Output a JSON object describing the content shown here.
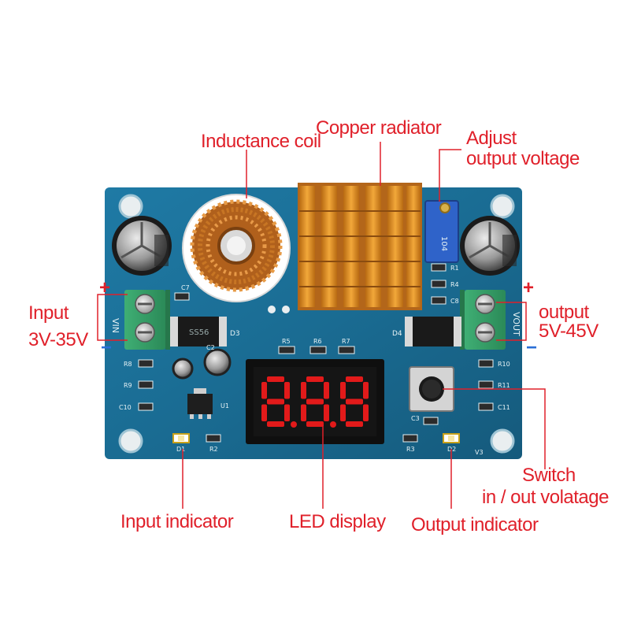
{
  "labels": {
    "inductance_coil": "Inductance coil",
    "copper_radiator": "Copper radiator",
    "adjust_output_line1": "Adjust",
    "adjust_output_line2": "output voltage",
    "input_title": "Input",
    "input_range": "3V-35V",
    "output_title": "output",
    "output_range": "5V-45V",
    "switch_line1": "Switch",
    "switch_line2": "in / out volatage",
    "input_indicator": "Input indicator",
    "led_display": "LED display",
    "output_indicator": "Output indicator",
    "plus": "+",
    "minus": "−"
  },
  "silkscreen": {
    "vin": "VIN",
    "vout": "VOUT",
    "c7": "C7",
    "c2": "C2",
    "c3": "C3",
    "c8": "C8",
    "c10": "C10",
    "c11": "C11",
    "r1": "R1",
    "r2": "R2",
    "r3": "R3",
    "r4": "R4",
    "r5": "R5",
    "r6": "R6",
    "r7": "R7",
    "r8": "R8",
    "r9": "R9",
    "r10": "R10",
    "r11": "R11",
    "d1": "D1",
    "d2": "D2",
    "d3": "D3",
    "d4": "D4",
    "u1": "U1",
    "v3": "V3",
    "ss56": "SS56",
    "pot_code": "104"
  },
  "display": {
    "digits": [
      "8.",
      "8.",
      "8"
    ],
    "color": "#e21a1a"
  },
  "colors": {
    "annotation": "#e0202a",
    "minus_sign": "#2a6fd6",
    "pcb": "#1b6f98",
    "copper": "#d8861e"
  }
}
